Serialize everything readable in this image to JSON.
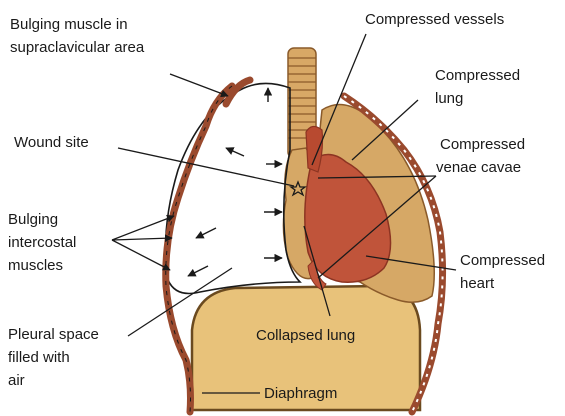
{
  "labels": {
    "bulging_muscle_line1": "Bulging muscle in",
    "bulging_muscle_line2": "supraclavicular area",
    "compressed_vessels": "Compressed vessels",
    "compressed_lung_line1": "Compressed",
    "compressed_lung_line2": "lung",
    "wound_site": "Wound site",
    "compressed_venae_line1": "Compressed",
    "compressed_venae_line2": "venae cavae",
    "bulging_intercostal_line1": "Bulging",
    "bulging_intercostal_line2": "intercostal",
    "bulging_intercostal_line3": "muscles",
    "compressed_heart_line1": "Compressed",
    "compressed_heart_line2": "heart",
    "pleural_line1": "Pleural space",
    "pleural_line2": "filled with",
    "pleural_line3": "air",
    "collapsed_lung": "Collapsed lung",
    "diaphragm": "Diaphragm"
  },
  "colors": {
    "chest_wall": "#9a4a2e",
    "lung": "#d6a866",
    "lung_dark": "#b07a3a",
    "heart": "#c0543a",
    "heart_dark": "#8c3422",
    "diaphragm": "#e8c27a",
    "trachea": "#d8a866",
    "line": "#1a1a1a"
  }
}
